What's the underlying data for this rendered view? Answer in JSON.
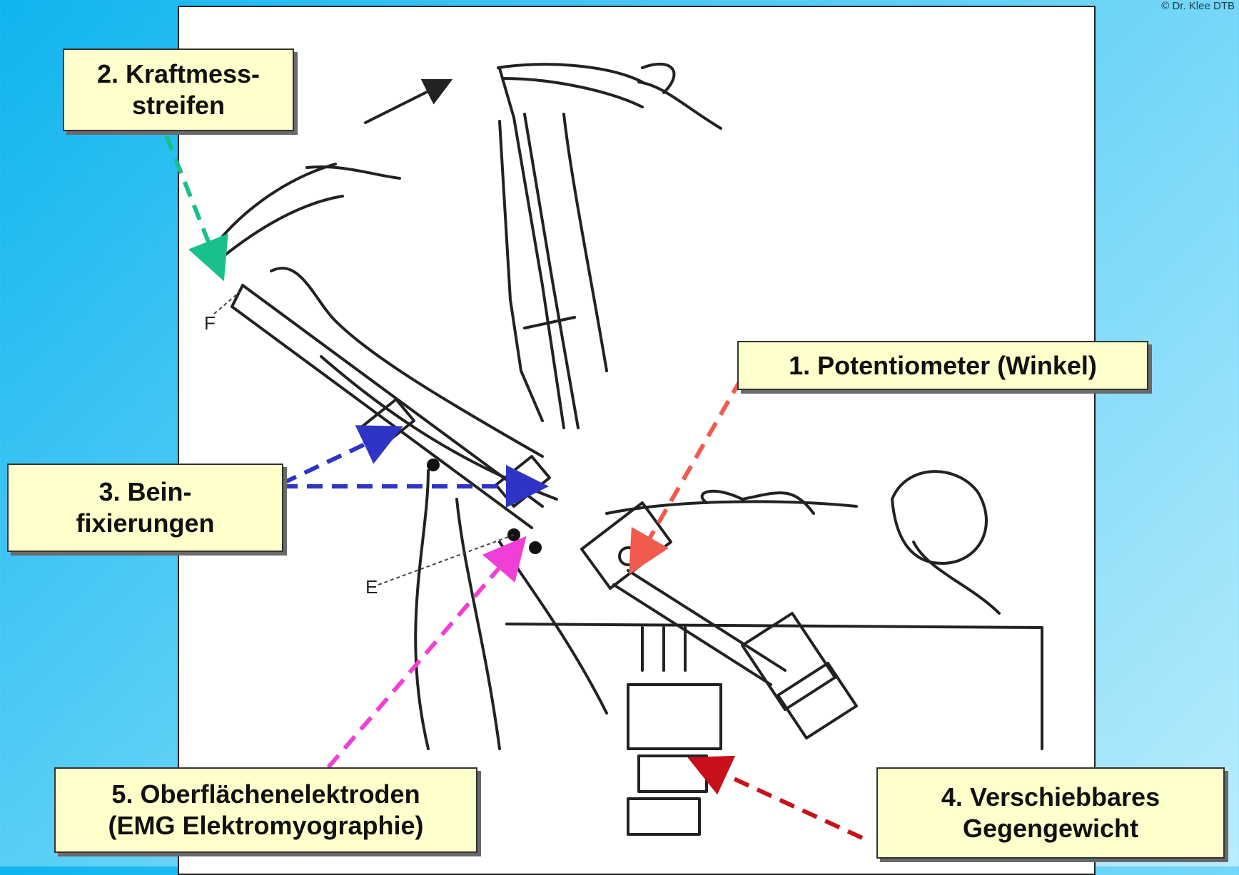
{
  "copyright": "© Dr. Klee DTB",
  "labels": {
    "kraftmess": {
      "line1": "2. Kraftmess-",
      "line2": "streifen",
      "arrow_color": "#19c08c"
    },
    "potentiometer": {
      "line1": "1. Potentiometer (Winkel)",
      "arrow_color": "#f25a4e"
    },
    "beinfixierungen": {
      "line1": "3. Bein-",
      "line2": "fixierungen",
      "arrow_color": "#2e35c6"
    },
    "oberflaechen": {
      "line1": "5. Oberflächenelektroden",
      "line2": "(EMG Elektromyographie)",
      "arrow_color": "#f03fd6"
    },
    "gegengewicht": {
      "line1": "4. Verschiebbares",
      "line2": "Gegengewicht",
      "arrow_color": "#c8101a"
    }
  },
  "illustration_letters": {
    "f": "F",
    "e": "E"
  }
}
